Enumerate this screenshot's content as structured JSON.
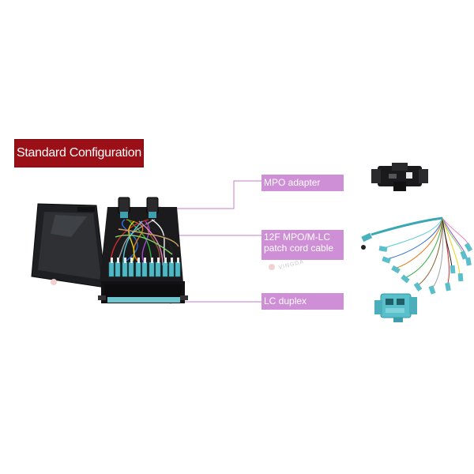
{
  "header": {
    "title": "Standard Configuration"
  },
  "callouts": [
    {
      "label": "MPO adapter"
    },
    {
      "label": "12F MPO/M-LC patch cord cable"
    },
    {
      "label": "LC duplex adapter"
    }
  ],
  "watermark": {
    "text": "VINGDA"
  },
  "colors": {
    "title_bg": "#9b0f16",
    "callout_bg": "#cf8fd6",
    "leader_line": "#c47ccd",
    "aqua": "#4fb8c4",
    "cassette": "#1b1b1d"
  }
}
